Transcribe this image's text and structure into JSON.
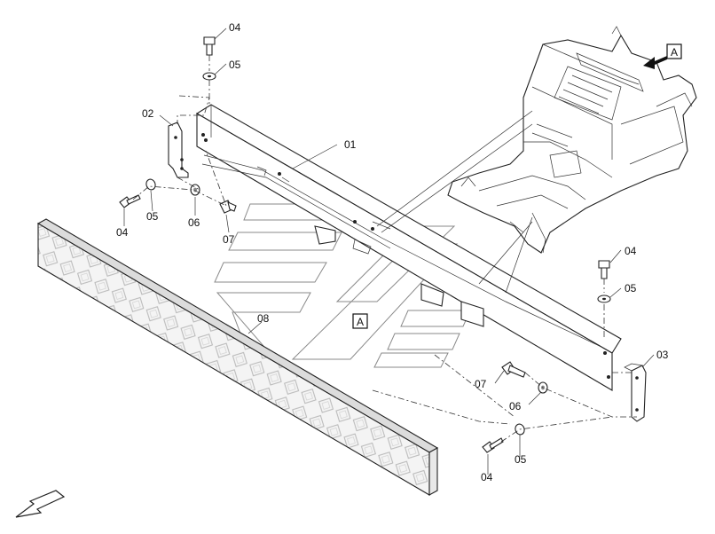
{
  "labels": {
    "p01": "01",
    "p02": "02",
    "p03": "03",
    "p04_top": "04",
    "p05_top": "05",
    "p04_left": "04",
    "p05_left": "05",
    "p06_left": "06",
    "p07_left": "07",
    "p04_right_top": "04",
    "p05_right_top": "05",
    "p07_right": "07",
    "p06_right": "06",
    "p05_right_bottom": "05",
    "p04_right_bottom": "04",
    "p08": "08"
  },
  "views": {
    "view_a_main": "A",
    "view_a_center": "A"
  },
  "icons": {
    "direction": "arrow-down-left-icon",
    "view_arrow": "arrow-left-icon"
  }
}
